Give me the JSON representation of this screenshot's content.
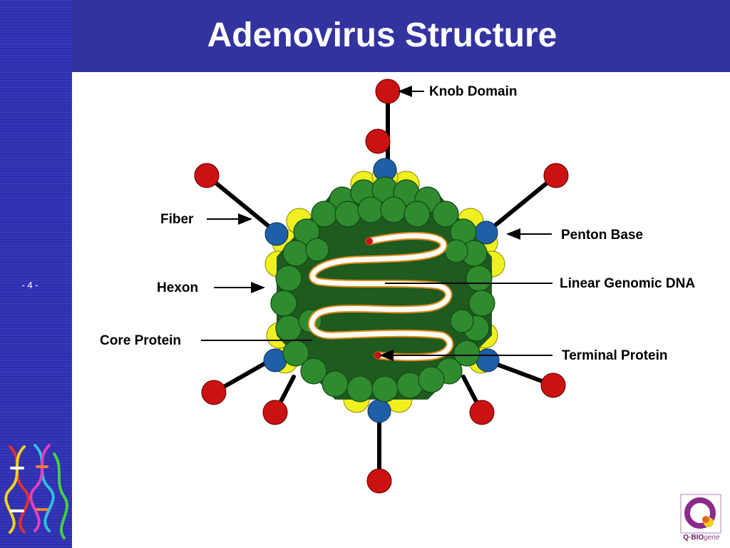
{
  "slide": {
    "title": "Adenovirus Structure",
    "page_number": "- 4 -"
  },
  "labels": {
    "knob_domain": "Knob Domain",
    "fiber": "Fiber",
    "penton_base": "Penton Base",
    "hexon": "Hexon",
    "linear_genomic_dna": "Linear Genomic DNA",
    "core_protein": "Core Protein",
    "terminal_protein": "Terminal Protein"
  },
  "logo": {
    "brand": "Q·BIO",
    "suffix": "gene"
  },
  "colors": {
    "sidebar": "#2f2fae",
    "header": "#3333a0",
    "hexon": "#2e8b2e",
    "hexon_dark": "#1e5c1e",
    "penton_yellow": "#f0f020",
    "penton_base_blue": "#1f5fa8",
    "knob_red": "#cc1111",
    "dna_white": "#ffffff",
    "dna_orange": "#e08a1a"
  },
  "icons": {
    "sidebar_decoration": "dna-helix-icon",
    "logo": "qbiogene-logo-icon"
  }
}
